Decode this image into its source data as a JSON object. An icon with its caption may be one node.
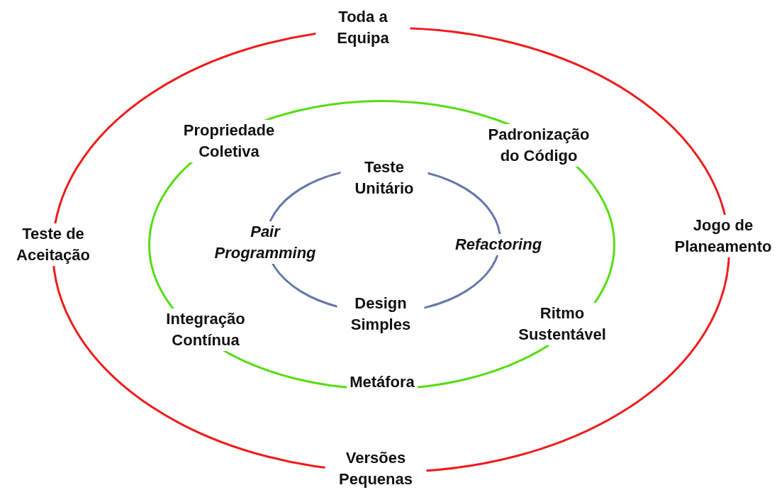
{
  "diagram": {
    "nodes": [
      {
        "text": [
          "Toda a Equipa",
          "Jogo de Planeamento",
          "Versões Pequenas",
          "Teste de Aceitação"
        ]
      },
      {
        "text": [
          "Propriedade Coletiva",
          "Padronização do Código",
          "Ritmo Sustentável",
          "Metáfora",
          "Integração Contínua"
        ],
        "in": 0
      },
      {
        "text": [
          "Teste Unitário",
          "Design Simples"
        ],
        "in": 1
      }
    ],
    "labels": [
      "Pair Programming",
      "Refactoring"
    ]
  }
}
